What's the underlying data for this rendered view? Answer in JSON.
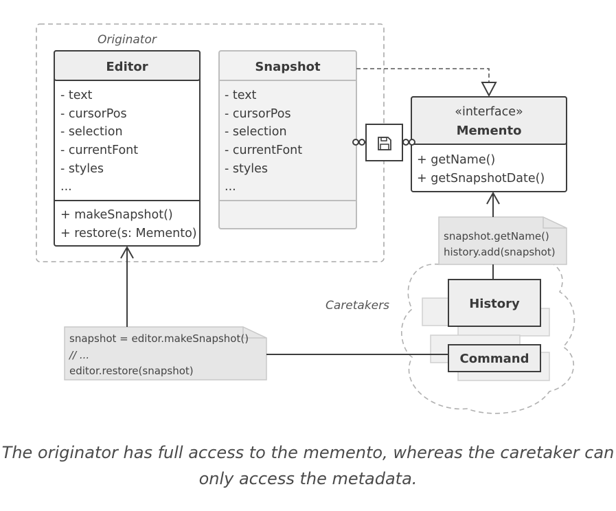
{
  "originator_label": "Originator",
  "caretakers_label": "Caretakers",
  "editor": {
    "title": "Editor",
    "fields": [
      "- text",
      "- cursorPos",
      "- selection",
      "- currentFont",
      "- styles",
      "..."
    ],
    "methods": [
      "+ makeSnapshot()",
      "+ restore(s: Memento)"
    ]
  },
  "snapshot": {
    "title": "Snapshot",
    "fields": [
      "- text",
      "- cursorPos",
      "- selection",
      "- currentFont",
      "- styles",
      "..."
    ]
  },
  "memento": {
    "stereotype": "«interface»",
    "title": "Memento",
    "methods": [
      "+ getName()",
      "+ getSnapshotDate()"
    ]
  },
  "history": {
    "title": "History"
  },
  "command": {
    "title": "Command"
  },
  "history_note": [
    "snapshot.getName()",
    "history.add(snapshot)"
  ],
  "command_note": [
    "snapshot = editor.makeSnapshot()",
    "// ...",
    "editor.restore(snapshot)"
  ],
  "caption": [
    "The originator has full access to the memento, whereas the caretaker can",
    "only access the metadata."
  ],
  "colors": {
    "stroke_dark": "#3d3d3d",
    "stroke_light": "#bdbdbd",
    "box_header": "#eeeeee",
    "box_body": "#f2f2f2",
    "note_fill": "#e6e6e6",
    "dashed": "#9a9a9a"
  },
  "icons": {
    "snapshot_link": "floppy-disk-icon"
  }
}
